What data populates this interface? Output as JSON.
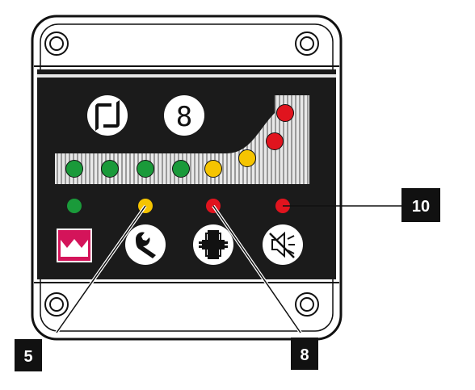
{
  "panel": {
    "seven_segment": {
      "digit": "8"
    },
    "bar_leds": [
      {
        "color": "#1a9a3a"
      },
      {
        "color": "#1a9a3a"
      },
      {
        "color": "#1a9a3a"
      },
      {
        "color": "#1a9a3a"
      },
      {
        "color": "#f5c400"
      },
      {
        "color": "#f5c400"
      },
      {
        "color": "#e0141e"
      },
      {
        "color": "#e0141e"
      }
    ],
    "status_leds": [
      {
        "name": "power",
        "color": "#1a9a3a"
      },
      {
        "name": "service",
        "color": "#f5c400"
      },
      {
        "name": "filter",
        "color": "#e0141e"
      },
      {
        "name": "alarm",
        "color": "#e0141e"
      }
    ],
    "icons": [
      "cycle-icon",
      "seven-segment-display",
      "logo-icon",
      "wrench-icon",
      "filter-icon",
      "mute-icon"
    ]
  },
  "callouts": {
    "left": "5",
    "middle": "8",
    "right": "10"
  },
  "colors": {
    "panel": "#1b1b1b",
    "led_green": "#1a9a3a",
    "led_yellow": "#f5c400",
    "led_red": "#e0141e",
    "logo_red": "#d4145a"
  }
}
